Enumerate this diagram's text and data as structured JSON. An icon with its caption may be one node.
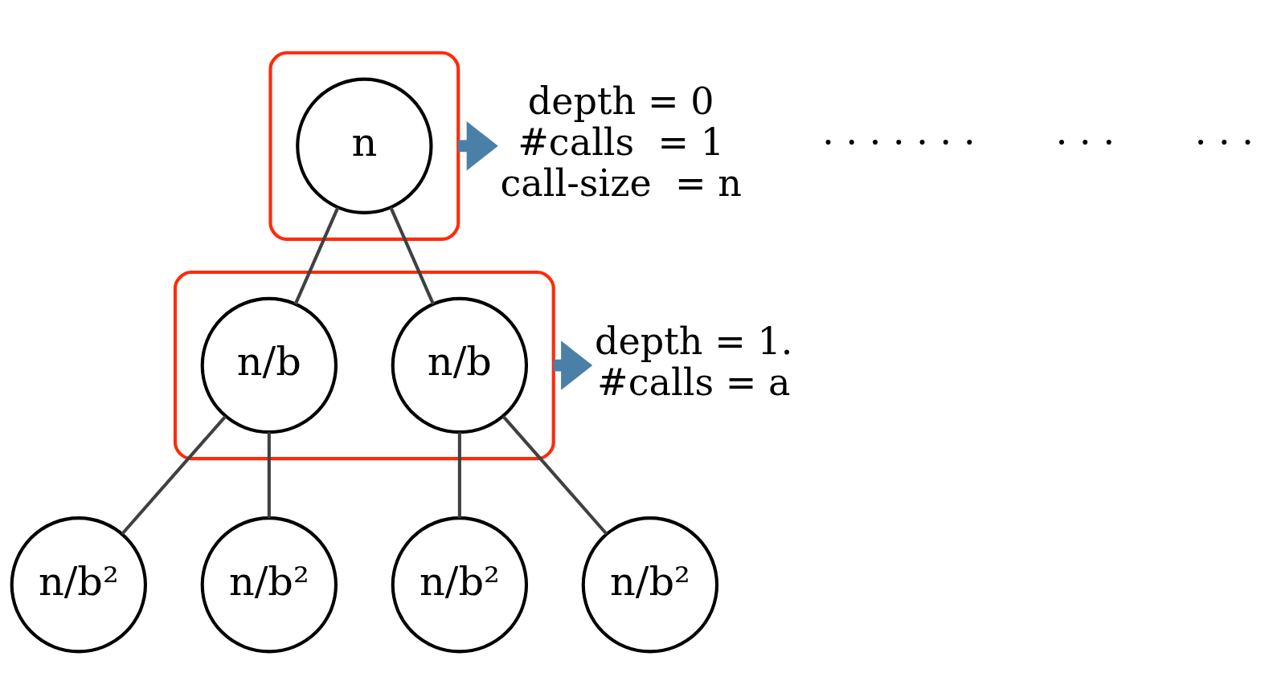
{
  "diagram": {
    "nodes": [
      {
        "text": [],
        "shape": "box"
      },
      {
        "text": [
          "n"
        ],
        "in": 0
      },
      {
        "text": [],
        "shape": "box"
      },
      {
        "text": [
          "n/b"
        ],
        "in": 2
      },
      {
        "text": [
          "n/b"
        ],
        "in": 2
      },
      {
        "text": [
          "n/b²"
        ]
      },
      {
        "text": [
          "n/b²"
        ]
      },
      {
        "text": [
          "n/b²"
        ]
      },
      {
        "text": [
          "n/b²"
        ]
      },
      {
        "text": [
          "depth = 0",
          "#calls  = 1",
          "call-size  = n"
        ]
      },
      {
        "text": [
          "depth = 1.",
          "#calls = a"
        ]
      }
    ],
    "edges": [
      {
        "from": 1,
        "to": 3,
        "arrow": "none"
      },
      {
        "from": 1,
        "to": 4,
        "arrow": "none"
      },
      {
        "from": 3,
        "to": 5,
        "arrow": "none"
      },
      {
        "from": 3,
        "to": 6,
        "arrow": "none"
      },
      {
        "from": 4,
        "to": 7,
        "arrow": "none"
      },
      {
        "from": 4,
        "to": 8,
        "arrow": "none"
      },
      {
        "from": 0,
        "to": 9,
        "arrow": "to",
        "style": "thick",
        "color": "#4a7fa8"
      },
      {
        "from": 2,
        "to": 10,
        "arrow": "to",
        "style": "thick",
        "color": "#4a7fa8"
      }
    ],
    "labels": [
      "· · · · · · ·",
      "· · ·",
      "· · ·"
    ]
  }
}
